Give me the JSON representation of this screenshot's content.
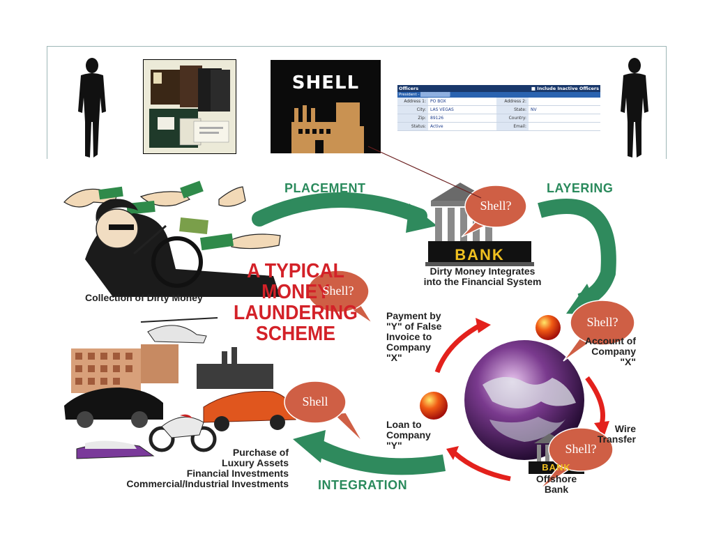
{
  "top_strip": {
    "shell_tile_label": "SHELL",
    "officers_form": {
      "header_title": "Officers",
      "include_inactive_label": "Include Inactive Officers",
      "sub_header": "President - ",
      "rows": [
        {
          "label": "Address 1:",
          "value": "PO BOX",
          "label2": "Address 2:",
          "value2": ""
        },
        {
          "label": "City:",
          "value": "LAS VEGAS",
          "label2": "State:",
          "value2": "NV"
        },
        {
          "label": "Zip:",
          "value": "89126",
          "label2": "Country:",
          "value2": ""
        },
        {
          "label": "Status:",
          "value": "Active",
          "label2": "Email:",
          "value2": ""
        }
      ]
    }
  },
  "diagram": {
    "stages": {
      "placement": "PLACEMENT",
      "layering": "LAYERING",
      "integration": "INTEGRATION"
    },
    "title_lines": [
      "A TYPICAL",
      "MONEY",
      "LAUNDERING",
      "SCHEME"
    ],
    "labels": {
      "collection": "Collection of Dirty Money",
      "integrates_1": "Dirty Money Integrates",
      "integrates_2": "into the Financial System",
      "payment_lines": [
        "Payment by",
        "\"Y\" of False",
        "Invoice to",
        "Company",
        "\"X\""
      ],
      "account_lines": [
        "Account of",
        "Company",
        "\"X\""
      ],
      "wire_lines": [
        "Wire",
        "Transfer"
      ],
      "loan_lines": [
        "Loan to",
        "Company",
        "\"Y\""
      ],
      "offshore_lines": [
        "Offshore",
        "Bank"
      ],
      "purchase_lines": [
        "Purchase of",
        "Luxury Assets",
        "Financial Investments",
        "Commercial/Industrial Investments"
      ],
      "bank_sign": "BANK",
      "offshore_bank_sign": "BANK"
    },
    "bubbles": {
      "bank": "Shell?",
      "title": "Shell?",
      "account": "Shell?",
      "loan": "Shell",
      "offshore": "Shell?"
    }
  },
  "colors": {
    "bubble_fill": "#cf5f45",
    "stage_green": "#2a8a5c",
    "title_red": "#d32128",
    "arrow_red": "#e3211c"
  }
}
